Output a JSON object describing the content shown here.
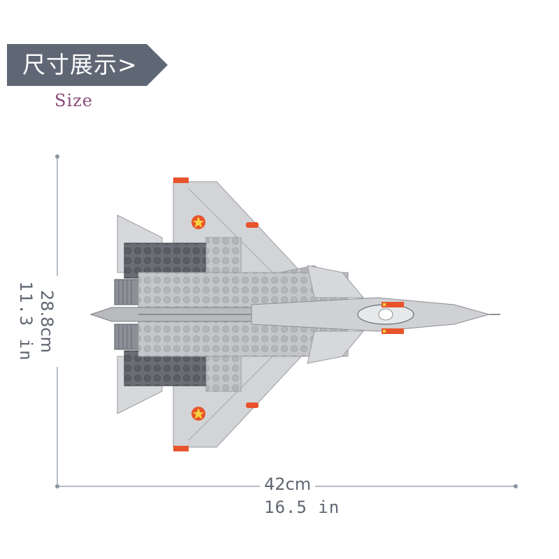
{
  "banner": {
    "title": "尺寸展示>"
  },
  "subtitle": "Size",
  "dimensions": {
    "height_cm": "28.8cm",
    "height_in": "11.3 in",
    "width_cm": "42cm",
    "width_in": "16.5 in"
  },
  "colors": {
    "banner_bg": "#5f6775",
    "subtitle": "#8a4a7a",
    "dimension_line": "#8a93a0",
    "plane_body": "#c9cbcf",
    "plane_dark": "#5a5e64",
    "accent_red": "#e8532b"
  },
  "icons": [
    "star-icon",
    "flag-icon"
  ]
}
